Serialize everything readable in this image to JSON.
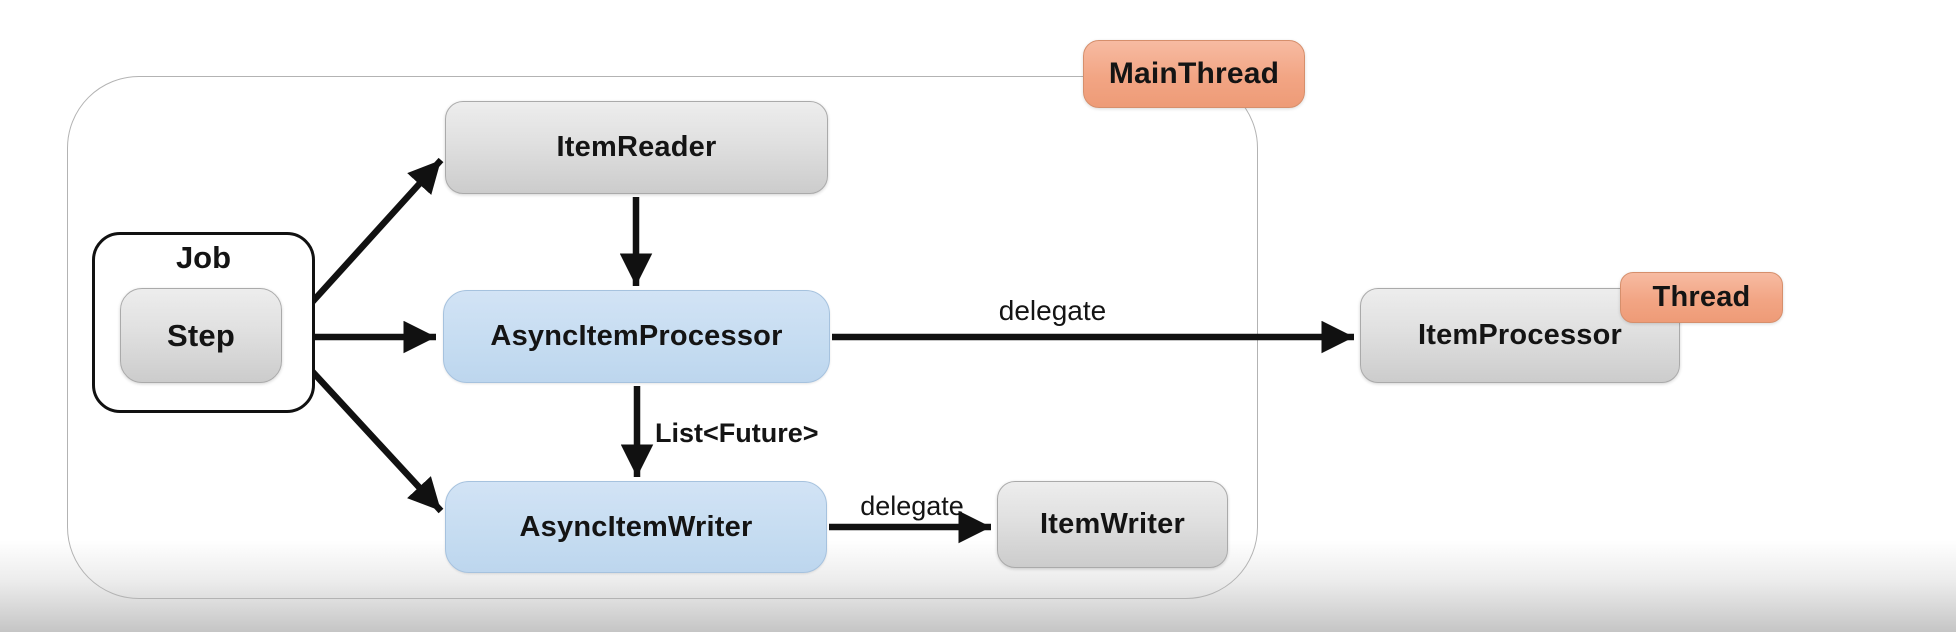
{
  "diagram": {
    "badges": {
      "main_thread": "MainThread",
      "thread": "Thread"
    },
    "groups": {
      "job": "Job"
    },
    "nodes": {
      "step": "Step",
      "item_reader": "ItemReader",
      "async_item_processor": "AsyncItemProcessor",
      "async_item_writer": "AsyncItemWriter",
      "item_writer": "ItemWriter",
      "item_processor": "ItemProcessor"
    },
    "edge_labels": {
      "delegate_processor": "delegate",
      "delegate_writer": "delegate",
      "list_future": "List<Future>"
    },
    "edges": [
      "Step -> ItemReader",
      "Step -> AsyncItemProcessor",
      "Step -> AsyncItemWriter",
      "ItemReader -> AsyncItemProcessor",
      "AsyncItemProcessor -> AsyncItemWriter (List<Future>)",
      "AsyncItemProcessor -> ItemProcessor (delegate)",
      "AsyncItemWriter -> ItemWriter (delegate)"
    ],
    "colors": {
      "node_gray": "#d9d9d9",
      "node_blue": "#c5dcf1",
      "badge_salmon": "#f2a584",
      "arrow": "#111111",
      "container_border": "#b3b3b3"
    }
  }
}
